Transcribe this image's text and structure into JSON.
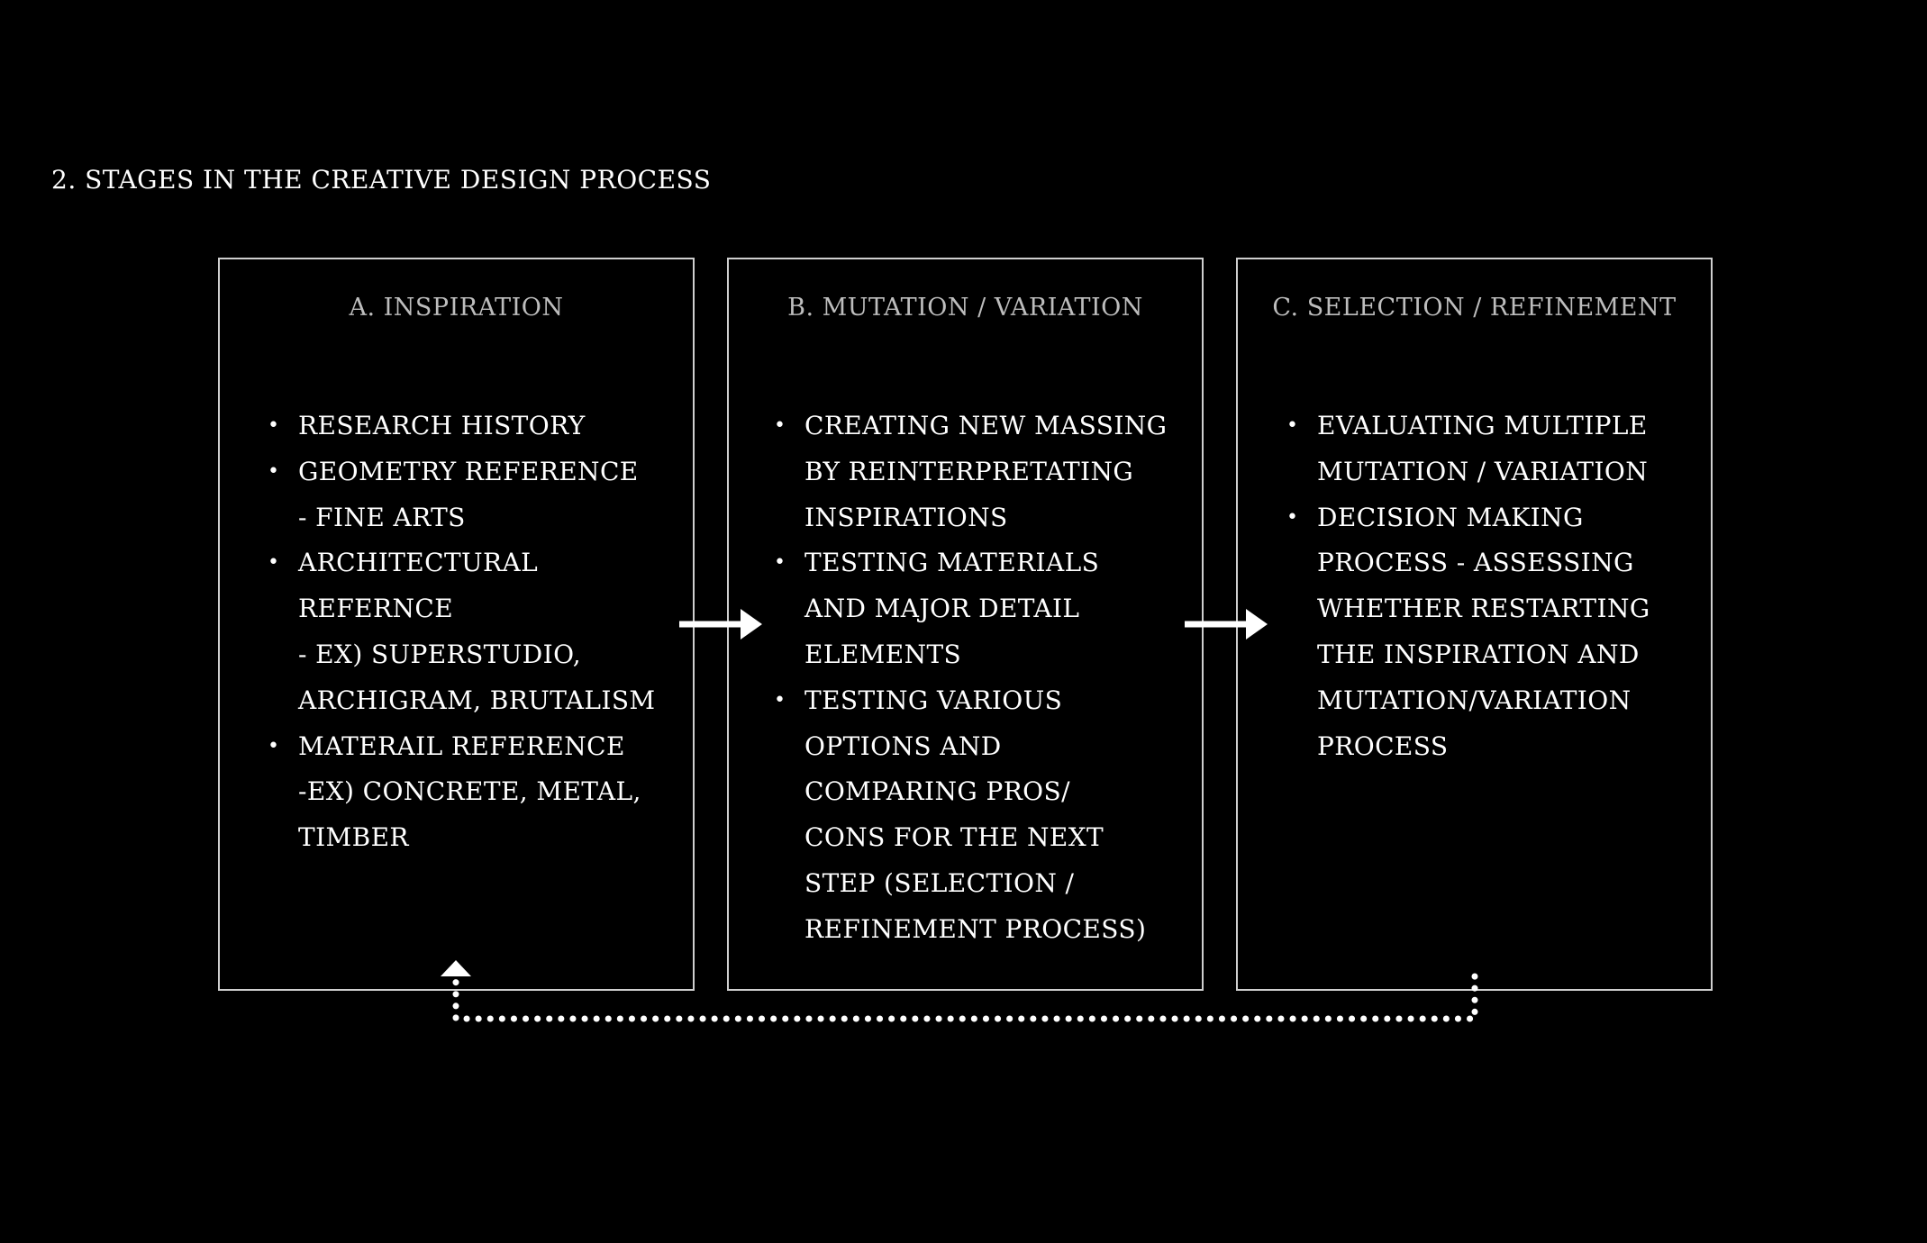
{
  "title": "2. STAGES IN THE CREATIVE DESIGN PROCESS",
  "stages": [
    {
      "heading": "A. INSPIRATION",
      "items": [
        "RESEARCH HISTORY",
        "GEOMETRY REFERENCE\n- FINE ARTS",
        "ARCHITECTURAL\nREFERNCE\n- EX) SUPERSTUDIO,\nARCHIGRAM, BRUTALISM",
        "MATERAIL REFERENCE\n-EX) CONCRETE, METAL,\nTIMBER"
      ]
    },
    {
      "heading": "B. MUTATION / VARIATION",
      "items": [
        "CREATING NEW MASSING\nBY REINTERPRETATING\nINSPIRATIONS",
        "TESTING MATERIALS\nAND MAJOR DETAIL\nELEMENTS",
        "TESTING VARIOUS\nOPTIONS AND\nCOMPARING PROS/\nCONS FOR THE NEXT\nSTEP (SELECTION /\nREFINEMENT PROCESS)"
      ]
    },
    {
      "heading": "C. SELECTION / REFINEMENT",
      "items": [
        "EVALUATING MULTIPLE\nMUTATION / VARIATION",
        "DECISION MAKING\nPROCESS - ASSESSING\nWHETHER RESTARTING\nTHE INSPIRATION AND\nMUTATION/VARIATION\nPROCESS"
      ]
    }
  ],
  "colors": {
    "background": "#000000",
    "text": "#ffffff",
    "heading": "#bdbdbd",
    "border": "#cfcfcf"
  }
}
